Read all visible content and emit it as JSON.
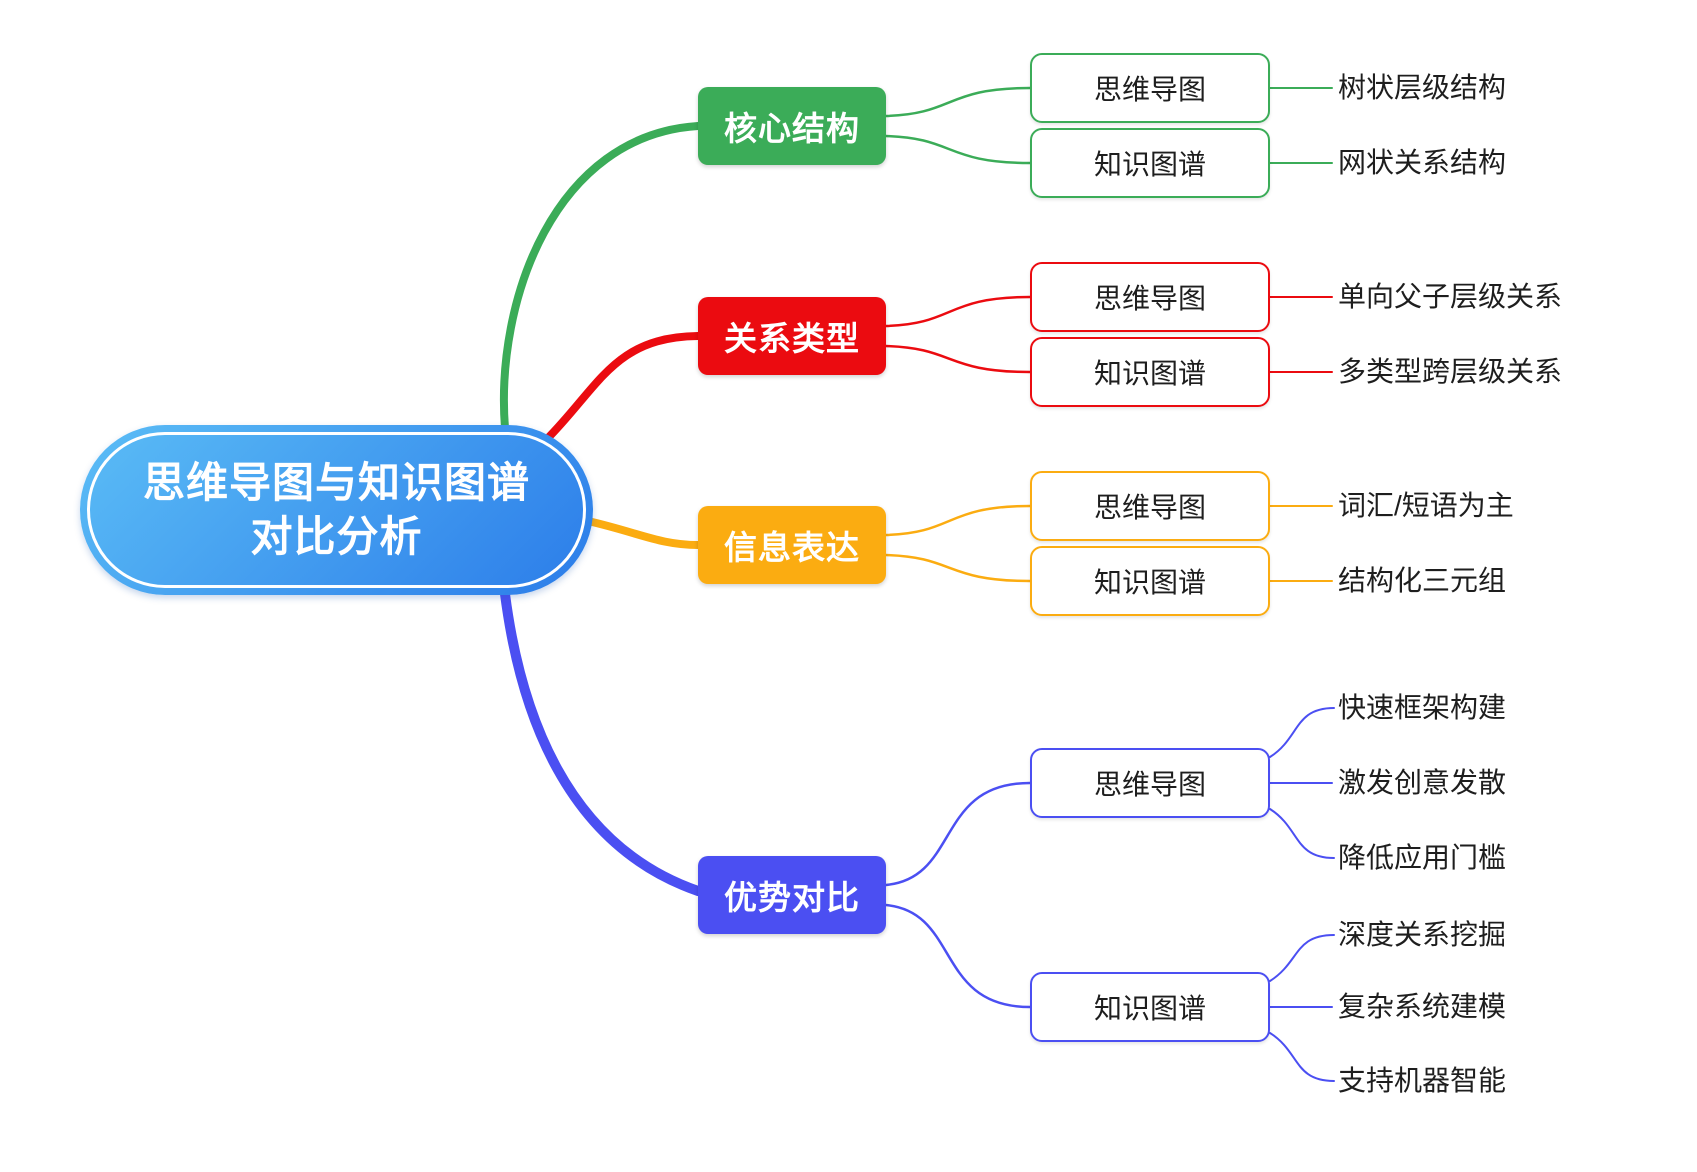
{
  "root": {
    "label_line1": "思维导图与知识图谱",
    "label_line2": "对比分析"
  },
  "colors": {
    "root_gradient_start": "#5BBDF6",
    "root_gradient_end": "#2B7CE9",
    "green": "#3BAC58",
    "red": "#EB0B10",
    "yellow": "#FBAC11",
    "blue": "#4B4FF2",
    "text": "#1E1E1E",
    "node_text": "#FFFFFF"
  },
  "branches": [
    {
      "label": "核心结构",
      "color": "#3BAC58",
      "children": [
        {
          "label": "思维导图",
          "leaves": [
            "树状层级结构"
          ]
        },
        {
          "label": "知识图谱",
          "leaves": [
            "网状关系结构"
          ]
        }
      ]
    },
    {
      "label": "关系类型",
      "color": "#EB0B10",
      "children": [
        {
          "label": "思维导图",
          "leaves": [
            "单向父子层级关系"
          ]
        },
        {
          "label": "知识图谱",
          "leaves": [
            "多类型跨层级关系"
          ]
        }
      ]
    },
    {
      "label": "信息表达",
      "color": "#FBAC11",
      "children": [
        {
          "label": "思维导图",
          "leaves": [
            "词汇/短语为主"
          ]
        },
        {
          "label": "知识图谱",
          "leaves": [
            "结构化三元组"
          ]
        }
      ]
    },
    {
      "label": "优势对比",
      "color": "#4B4FF2",
      "children": [
        {
          "label": "思维导图",
          "leaves": [
            "快速框架构建",
            "激发创意发散",
            "降低应用门槛"
          ]
        },
        {
          "label": "知识图谱",
          "leaves": [
            "深度关系挖掘",
            "复杂系统建模",
            "支持机器智能"
          ]
        }
      ]
    }
  ]
}
